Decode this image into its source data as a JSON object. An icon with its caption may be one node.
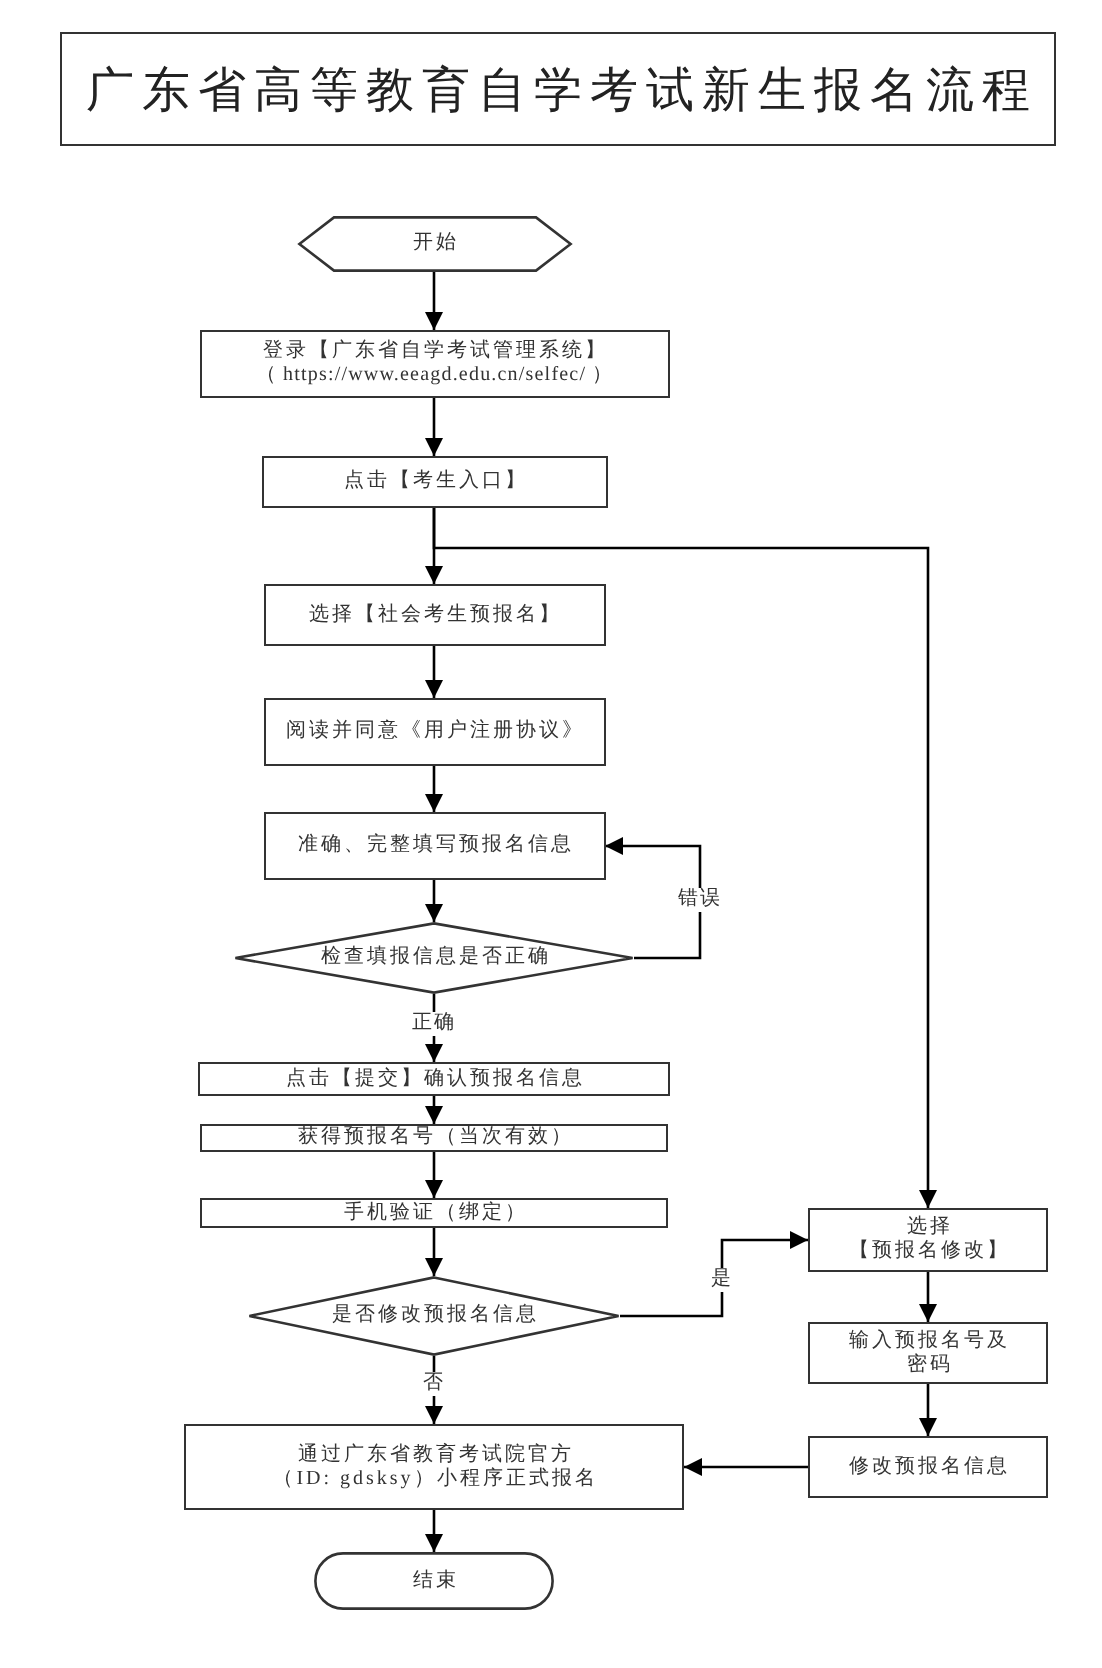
{
  "diagram": {
    "title": "广东省高等教育自学考试新生报名流程",
    "nodes": [
      {
        "text": [
          "开始"
        ]
      },
      {
        "text": [
          "登录【广东省自学考试管理系统】",
          "（ https://www.eeagd.edu.cn/selfec/ ）"
        ]
      },
      {
        "text": [
          "点击【考生入口】"
        ]
      },
      {
        "text": [
          "选择【社会考生预报名】"
        ]
      },
      {
        "text": [
          "阅读并同意《用户注册协议》"
        ]
      },
      {
        "text": [
          "准确、完整填写预报名信息"
        ]
      },
      {
        "text": [
          "检查填报信息是否正确"
        ]
      },
      {
        "text": [
          "点击【提交】确认预报名信息"
        ]
      },
      {
        "text": [
          "获得预报名号（当次有效）"
        ]
      },
      {
        "text": [
          "手机验证（绑定）"
        ]
      },
      {
        "text": [
          "是否修改预报名信息"
        ]
      },
      {
        "text": [
          "选择【预报名修改】"
        ]
      },
      {
        "text": [
          "输入预报名号及密码"
        ]
      },
      {
        "text": [
          "修改预报名信息"
        ]
      },
      {
        "text": [
          "通过广东省教育考试院官方（ID: gdsksy）小程序正式报名"
        ]
      },
      {
        "text": [
          "结束"
        ]
      }
    ],
    "edges": [
      {
        "from": 0,
        "to": 1,
        "arrow": "to"
      },
      {
        "from": 1,
        "to": 2,
        "arrow": "to"
      },
      {
        "from": 2,
        "to": 3,
        "arrow": "to"
      },
      {
        "from": 2,
        "to": 11,
        "arrow": "to"
      },
      {
        "from": 3,
        "to": 4,
        "arrow": "to"
      },
      {
        "from": 4,
        "to": 5,
        "arrow": "to"
      },
      {
        "from": 5,
        "to": 6,
        "arrow": "to"
      },
      {
        "from": 6,
        "to": 5,
        "arrow": "to",
        "label": "错误"
      },
      {
        "from": 6,
        "to": 7,
        "arrow": "to",
        "label": "正确"
      },
      {
        "from": 7,
        "to": 8,
        "arrow": "to"
      },
      {
        "from": 8,
        "to": 9,
        "arrow": "to"
      },
      {
        "from": 9,
        "to": 10,
        "arrow": "to"
      },
      {
        "from": 10,
        "to": 11,
        "arrow": "to",
        "label": "是"
      },
      {
        "from": 10,
        "to": 14,
        "arrow": "to",
        "label": "否"
      },
      {
        "from": 11,
        "to": 12,
        "arrow": "to"
      },
      {
        "from": 12,
        "to": 13,
        "arrow": "to"
      },
      {
        "from": 13,
        "to": 14,
        "arrow": "to"
      },
      {
        "from": 14,
        "to": 15,
        "arrow": "to"
      }
    ]
  }
}
